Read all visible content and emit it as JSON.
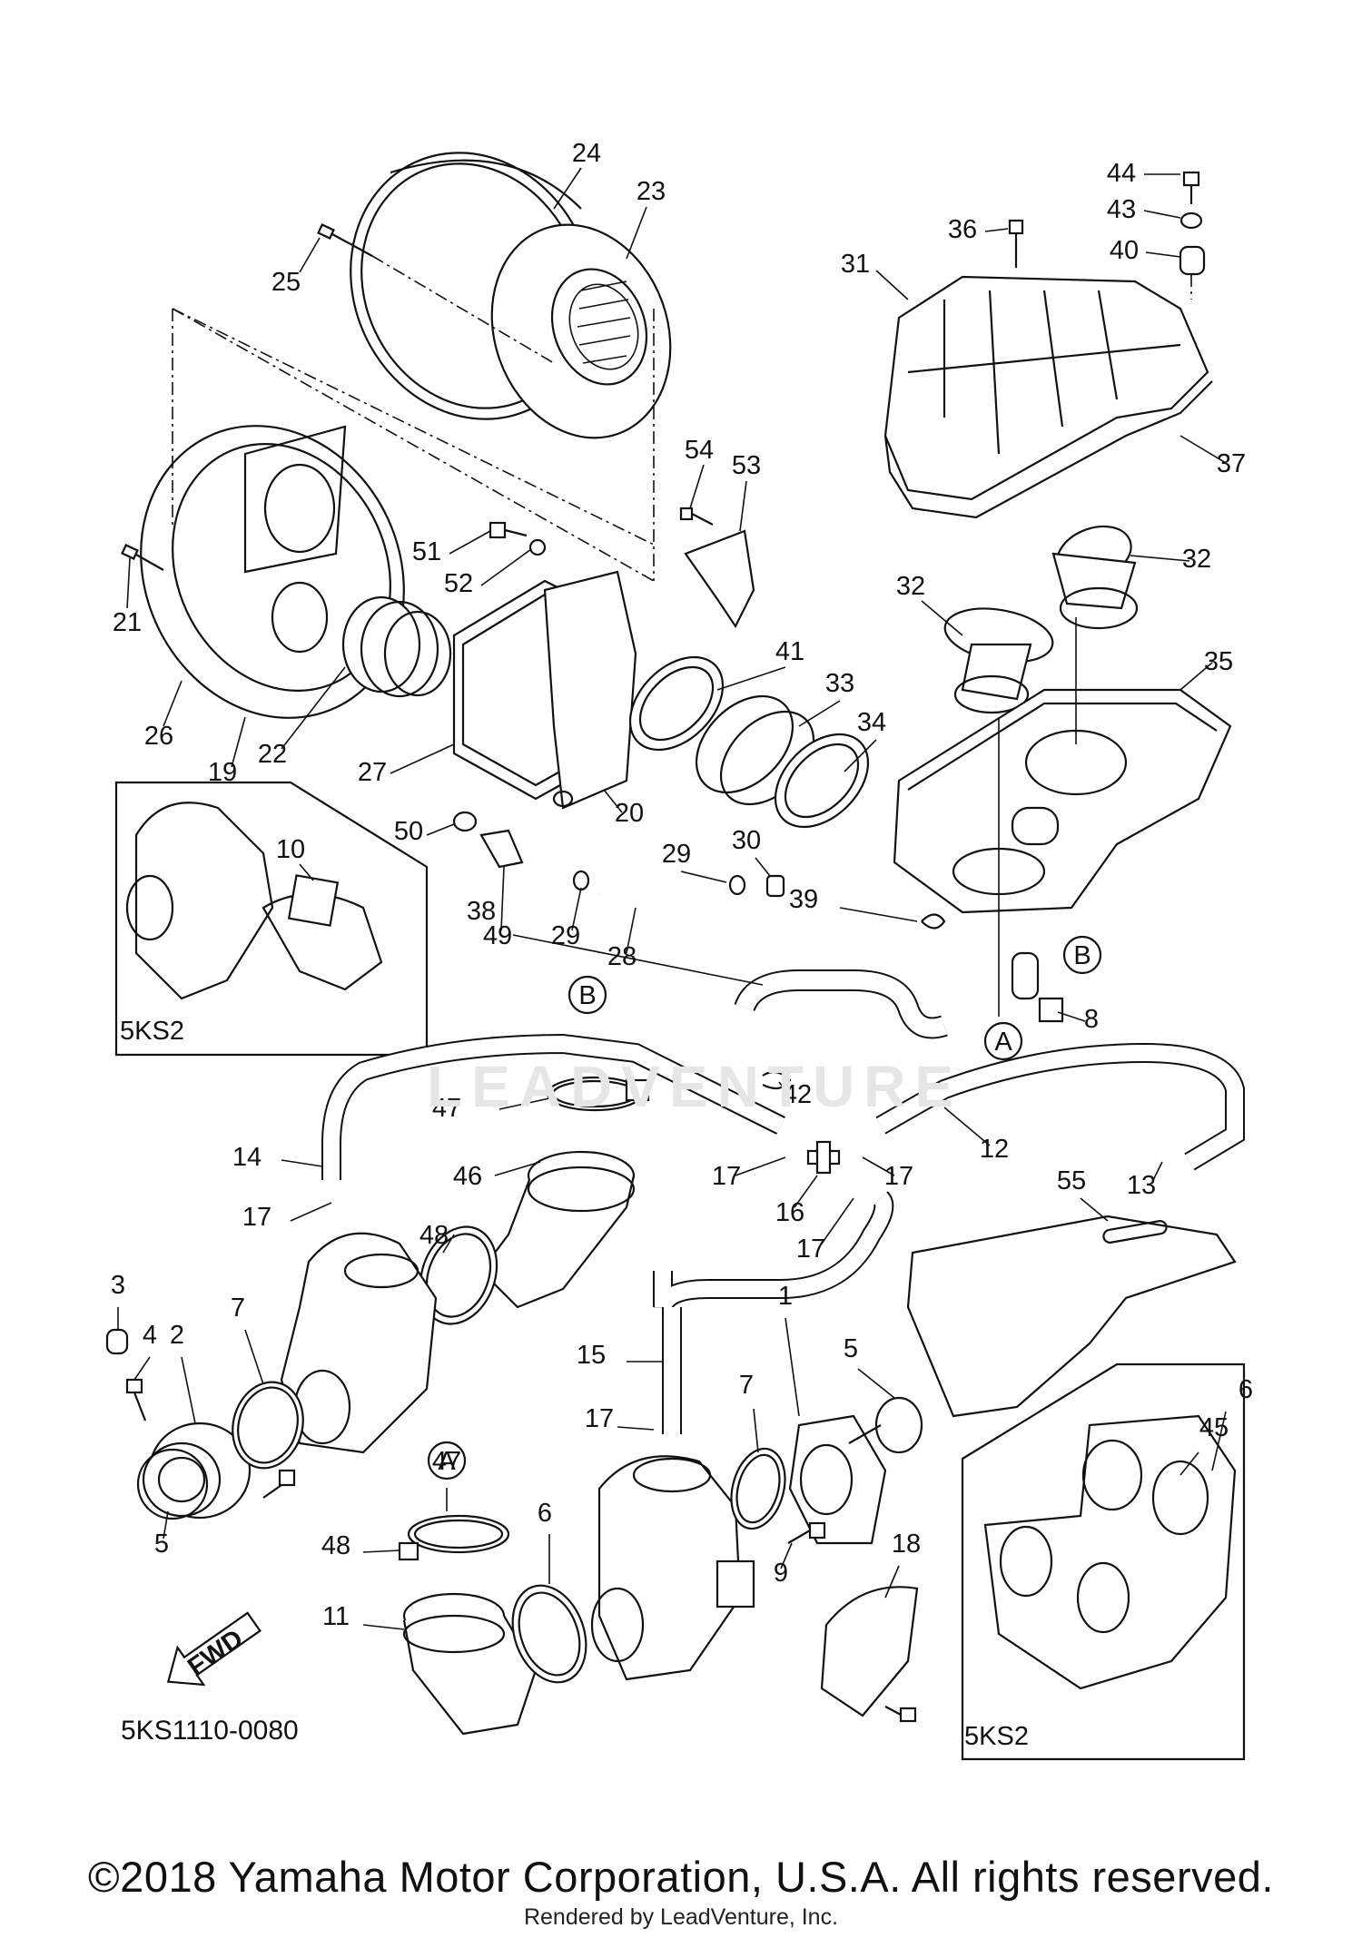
{
  "diagram_code": "5KS1110-0080",
  "fwd_label": "FWD",
  "model_box_a": "5KS2",
  "model_box_b": "5KS2",
  "ref_a": "A",
  "ref_b": "B",
  "watermark": "LEADVENTURE",
  "copyright": "©2018 Yamaha Motor Corporation, U.S.A. All rights reserved.",
  "rendered_by": "Rendered by LeadVenture, Inc.",
  "part_numbers": [
    "24",
    "23",
    "25",
    "44",
    "43",
    "36",
    "40",
    "31",
    "37",
    "54",
    "53",
    "51",
    "52",
    "21",
    "32",
    "32",
    "35",
    "41",
    "33",
    "26",
    "19",
    "22",
    "27",
    "34",
    "10",
    "50",
    "20",
    "29",
    "30",
    "49",
    "29",
    "28",
    "38",
    "39",
    "B",
    "A",
    "8",
    "5KS2",
    "B",
    "47",
    "42",
    "12",
    "14",
    "46",
    "17",
    "17",
    "16",
    "17",
    "13",
    "55",
    "17",
    "48",
    "3",
    "4",
    "2",
    "7",
    "15",
    "5",
    "1",
    "17",
    "7",
    "5",
    "6",
    "A",
    "47",
    "48",
    "6",
    "9",
    "18",
    "45",
    "11"
  ]
}
